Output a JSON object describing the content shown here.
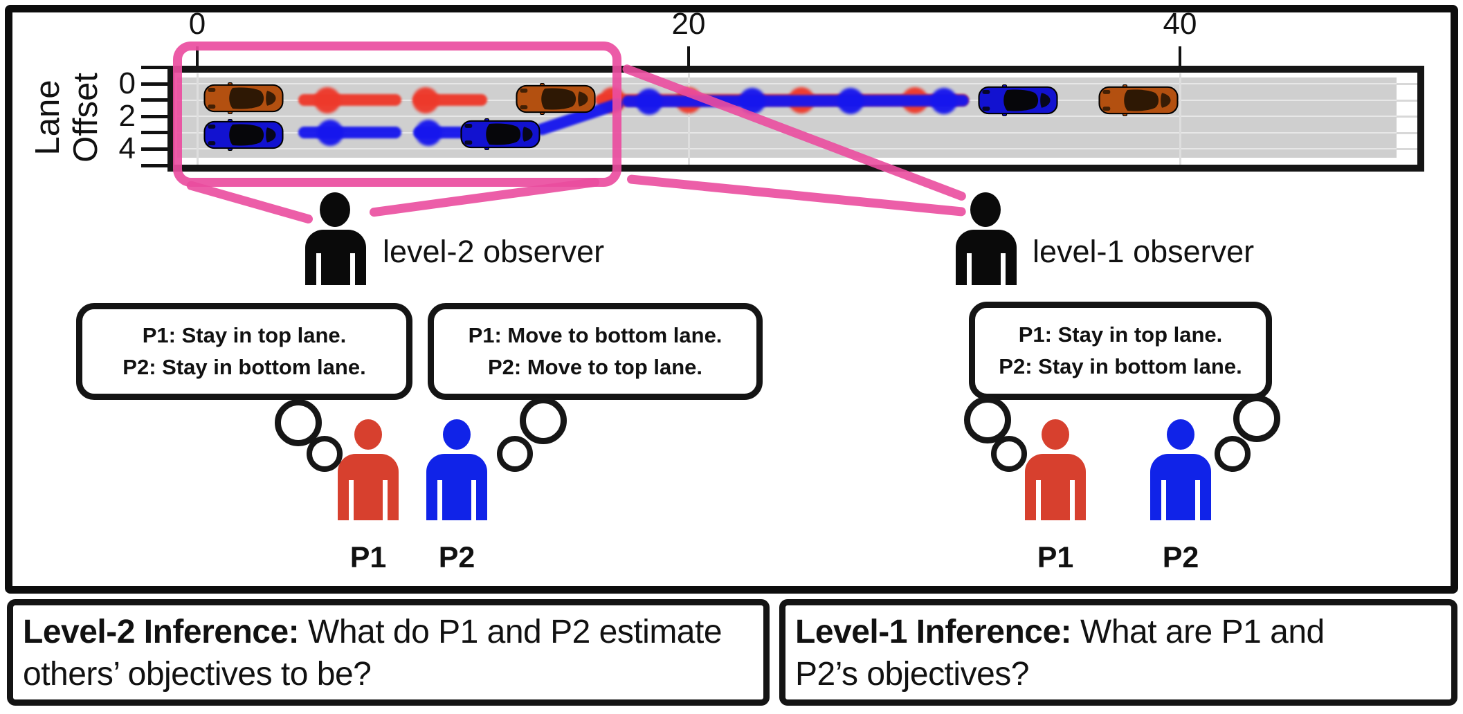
{
  "figure": {
    "plot": {
      "ylabel_line1": "Lane",
      "ylabel_line2": "Offset"
    },
    "observers": {
      "level2": "level-2 observer",
      "level1": "level-1 observer"
    },
    "bubbles": {
      "left1_line1": "P1: Stay in top lane.",
      "left1_line2": "P2: Stay in bottom lane.",
      "left2_line1": "P1: Move to bottom lane.",
      "left2_line2": "P2: Move to top lane.",
      "right_line1": "P1: Stay in top lane.",
      "right_line2": "P2: Stay in bottom lane."
    },
    "agents": {
      "p1": "P1",
      "p2": "P2"
    },
    "inference": {
      "left_label": "Level-2 Inference:",
      "left_rest": " What do P1 and P2 estimate\nothers’ objectives to be?",
      "right_label": "Level-1 Inference:",
      "right_rest": " What are P1 and\nP2’s objectives?"
    }
  },
  "colors": {
    "pink_annotation": "#ea4d9f",
    "p1_red": "#d7402e",
    "p2_blue": "#1023e8",
    "road_gray": "#cfcfcf",
    "ink": "#111111"
  },
  "chart_data": {
    "type": "trajectory",
    "title": "",
    "xlabel": "",
    "ylabel": "Lane Offset",
    "x_ticks": [
      0,
      20,
      40
    ],
    "y_ticks": [
      0,
      2,
      4
    ],
    "y_tick_marks": [
      -1,
      0,
      1,
      2,
      3,
      4,
      5
    ],
    "x_range": [
      -1.2,
      49.8
    ],
    "y_range": [
      -1.1,
      5.0
    ],
    "road_band_offsets": [
      0,
      4
    ],
    "lanes": {
      "top": 1,
      "bottom": 3
    },
    "grid": true,
    "legend": "none",
    "trails": [
      {
        "name": "p1-red",
        "color": "#ee392b",
        "segments": [
          [
            4.1,
            1,
            8.3,
            1
          ],
          [
            8.8,
            1,
            11.8,
            1
          ],
          [
            16.2,
            1,
            31.4,
            1
          ]
        ],
        "dots": [
          [
            5.3,
            1
          ],
          [
            9.3,
            1
          ],
          [
            16.9,
            1
          ],
          [
            20.0,
            1
          ],
          [
            24.6,
            1
          ],
          [
            29.2,
            1
          ]
        ]
      },
      {
        "name": "p2-blue",
        "color": "#1616ee",
        "segments": [
          [
            4.1,
            3,
            8.3,
            3
          ],
          [
            8.8,
            3,
            11.5,
            3
          ],
          [
            13.8,
            2.9,
            17.3,
            1.15
          ],
          [
            17.3,
            1.1,
            31.4,
            1.05
          ]
        ],
        "dots": [
          [
            5.4,
            3
          ],
          [
            9.4,
            3
          ],
          [
            18.4,
            1.1
          ],
          [
            22.6,
            1.05
          ],
          [
            26.6,
            1.05
          ],
          [
            30.4,
            1.05
          ]
        ]
      }
    ],
    "cars": [
      {
        "id": "p1-start",
        "color": "orange",
        "x": 1.9,
        "y": 0.9
      },
      {
        "id": "p2-start",
        "color": "blue",
        "x": 1.9,
        "y": 3.15
      },
      {
        "id": "p2-mid",
        "color": "blue",
        "x": 12.35,
        "y": 3.1
      },
      {
        "id": "p1-mid",
        "color": "orange",
        "x": 14.6,
        "y": 0.95
      },
      {
        "id": "p2-end",
        "color": "blue",
        "x": 33.4,
        "y": 1.0
      },
      {
        "id": "p1-end",
        "color": "orange",
        "x": 38.3,
        "y": 1.0
      }
    ],
    "car_colors": {
      "orange": {
        "body": "#b35010",
        "dark": "#2e1804"
      },
      "blue": {
        "body": "#1212d0",
        "dark": "#06060a"
      }
    }
  }
}
